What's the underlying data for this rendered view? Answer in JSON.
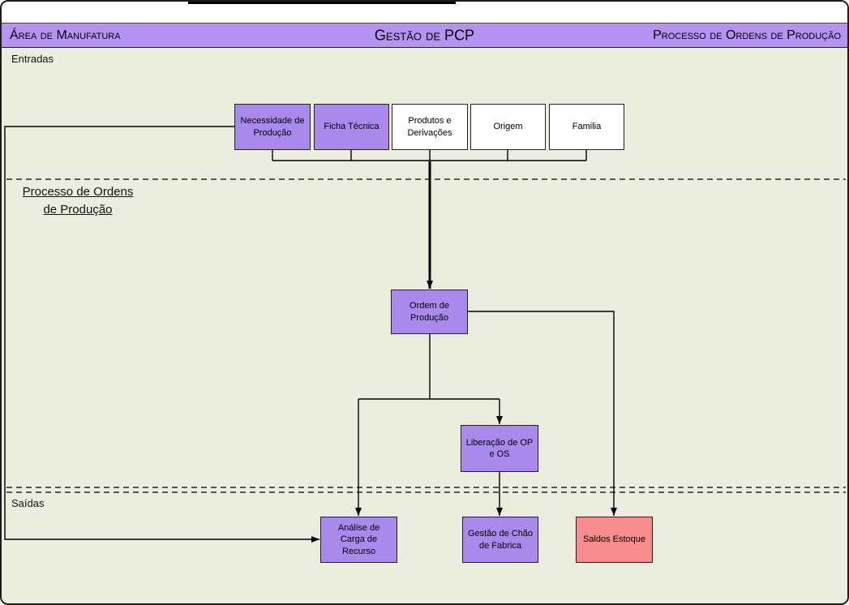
{
  "header": {
    "left": "Área de Manufatura",
    "center": "Gestão de PCP",
    "right": "Processo de Ordens de Produção"
  },
  "sections": {
    "entradas": "Entradas",
    "processo_line1": "Processo de Ordens",
    "processo_line2": "de Produção",
    "saidas": "Saídas"
  },
  "nodes": {
    "necessidade": {
      "label": "Necessidade de Produção"
    },
    "ficha": {
      "label": "Ficha Técnica"
    },
    "produtos": {
      "label": "Produtos e Derivações"
    },
    "origem": {
      "label": "Origem"
    },
    "familia": {
      "label": "Familia"
    },
    "ordem": {
      "label": "Ordem de Produção"
    },
    "liberacao": {
      "label": "Liberação de OP e OS"
    },
    "analise": {
      "label": "Análise de Carga de Recurso"
    },
    "gestao": {
      "label": "Gestão de Chão de Fabrica"
    },
    "saldos": {
      "label": "Saldos Estoque"
    }
  },
  "colors": {
    "header_fill": "#B593F2",
    "node_purple": "#A98AEC",
    "node_white": "#FFFFFF",
    "node_salmon": "#F98D8D",
    "background": "#EBEEDF",
    "line": "#000000"
  }
}
